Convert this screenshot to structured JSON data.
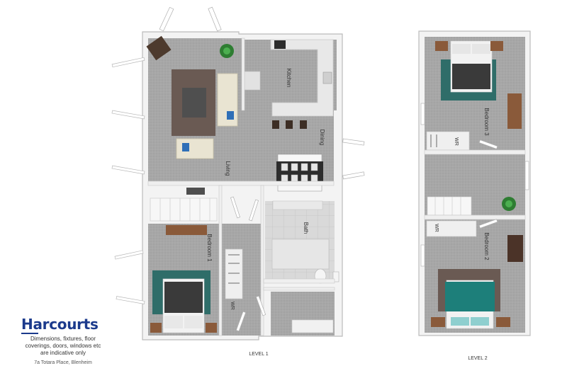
{
  "brand": {
    "name": "Harcourts"
  },
  "disclaimer": "Dimensions, fixtures, floor\ncoverings, doors, windows etc\nare indicative only",
  "address": "7a Totara Place, Blenheim",
  "levels": [
    {
      "label": "LEVEL 1",
      "rooms": [
        "Kitchen",
        "Dining",
        "Living",
        "Bath",
        "Bedroom 1",
        "WR"
      ]
    },
    {
      "label": "LEVEL 2",
      "rooms": [
        "Bedroom 3",
        "WR",
        "WR",
        "Bedroom 2"
      ]
    }
  ],
  "colors": {
    "wall": "#f0f0f0",
    "wall_edge": "#bdbdbd",
    "carpet": "#a9a9a9",
    "tile": "#d3d3d3",
    "rug_brown": "#6b5a52",
    "rug_teal": "#2e6f6b",
    "bedding_teal": "#1d7f7a",
    "wood": "#8a5a3a",
    "brand_blue": "#1b3a8c"
  },
  "icons": [
    "plant-icon",
    "door-icon",
    "window-icon",
    "bed-icon",
    "sofa-icon",
    "stairs-icon",
    "toilet-icon",
    "sink-icon",
    "stove-icon"
  ]
}
